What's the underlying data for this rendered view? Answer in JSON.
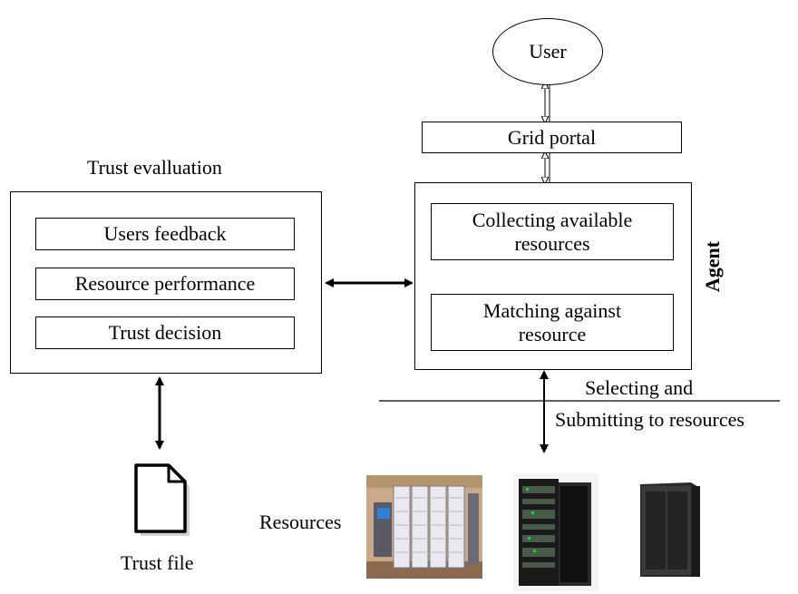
{
  "user": {
    "label": "User"
  },
  "grid_portal": {
    "label": "Grid portal"
  },
  "agent": {
    "label": "Agent",
    "collecting": {
      "line1": "Collecting available",
      "line2": "resources"
    },
    "matching": {
      "line1": "Matching against",
      "line2": "resource"
    }
  },
  "trust_evaluation": {
    "title": "Trust evalluation",
    "items": [
      "Users feedback",
      "Resource performance",
      "Trust decision"
    ]
  },
  "selecting": {
    "line1": "Selecting and",
    "line2": "Submitting to resources"
  },
  "trust_file": {
    "label": "Trust file",
    "icon": "document-icon"
  },
  "resources": {
    "label": "Resources",
    "images": [
      "server-rack-room-image",
      "open-server-cabinet-image",
      "closed-server-cabinet-image"
    ]
  }
}
